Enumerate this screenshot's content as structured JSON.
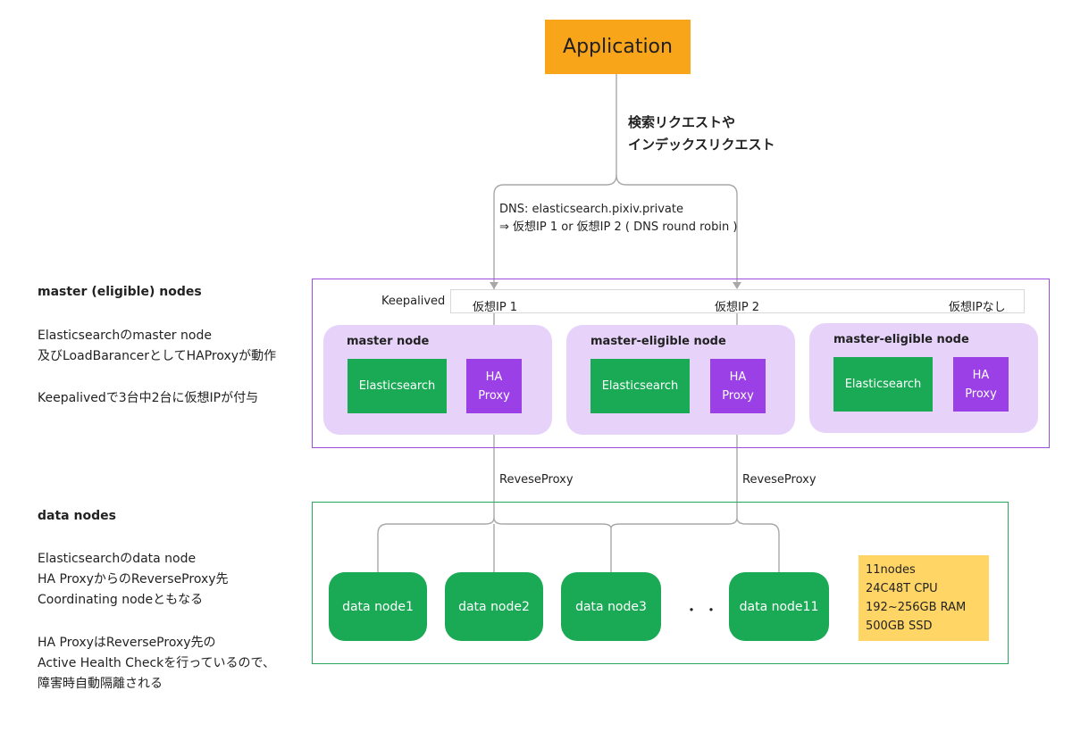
{
  "application": {
    "label": "Application"
  },
  "request_label": "検索リクエストや\nインデックスリクエスト",
  "dns_label": "DNS: elasticsearch.pixiv.private\n⇒ 仮想IP 1 or 仮想IP 2 ( DNS round robin )",
  "left_master": {
    "heading": "master (eligible) nodes",
    "text1": "Elasticsearchのmaster node\n及びLoadBarancerとしてHAProxyが動作",
    "text2": "Keepalivedで3台中2台に仮想IPが付与"
  },
  "left_data": {
    "heading": "data nodes",
    "text1": "Elasticsearchのdata node\nHA ProxyからのReverseProxy先\nCoordinating nodeともなる",
    "text2": "HA ProxyはReverseProxy先の\nActive Health Checkを行っているので、\n障害時自動隔離される"
  },
  "keepalived": {
    "label": "Keepalived",
    "vips": [
      "仮想IP 1",
      "仮想IP 2",
      "仮想IPなし"
    ]
  },
  "master_nodes": [
    {
      "title": "master node",
      "es": "Elasticsearch",
      "ha": "HA\nProxy"
    },
    {
      "title": "master-eligible node",
      "es": "Elasticsearch",
      "ha": "HA\nProxy"
    },
    {
      "title": "master-eligible node",
      "es": "Elasticsearch",
      "ha": "HA\nProxy"
    }
  ],
  "reverse_proxy_labels": [
    "ReveseProxy",
    "ReveseProxy"
  ],
  "data_nodes": [
    "data node1",
    "data node2",
    "data node3",
    "data node11"
  ],
  "ellipsis": "・・・",
  "spec": [
    "11nodes",
    "24C48T CPU",
    "192~256GB RAM",
    "500GB SSD"
  ],
  "colors": {
    "application": "#f9a51a",
    "master_frame": "#9b4dde",
    "node_panel": "#e7d3fa",
    "elasticsearch": "#1aaa55",
    "ha_proxy": "#9b3fe6",
    "data_frame": "#27a85a",
    "spec_note": "#ffd666",
    "connector": "#a8a8a8"
  }
}
